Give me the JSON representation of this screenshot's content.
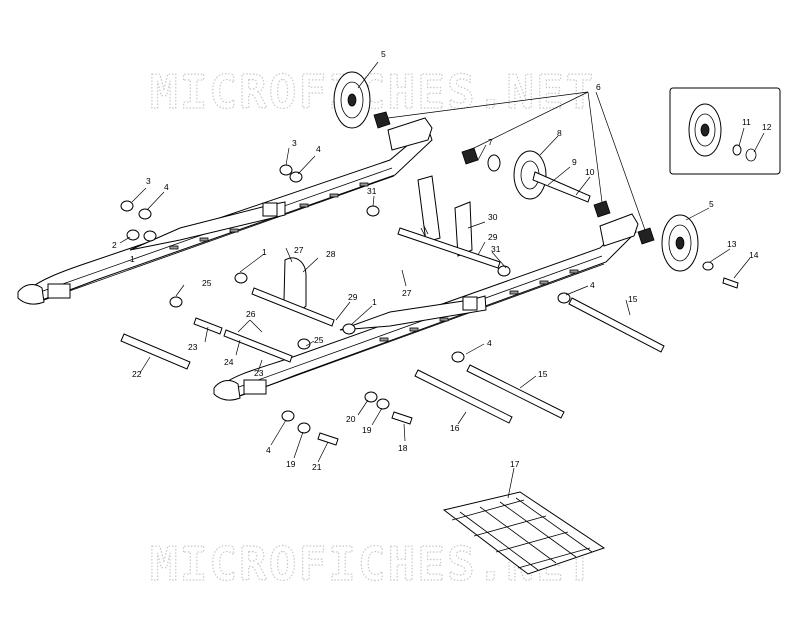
{
  "watermark": {
    "top": "MICROFICHES.NET",
    "bottom": "MICROFICHES.NET"
  },
  "callouts": {
    "c5a": "5",
    "c6": "6",
    "c3a": "3",
    "c4a": "4",
    "c3b": "3",
    "c4b": "4",
    "c7": "7",
    "c8": "8",
    "c9": "9",
    "c10": "10",
    "c11": "11",
    "c12": "12",
    "c2": "2",
    "c1a": "1",
    "c31a": "31",
    "c30": "30",
    "c29a": "29",
    "c31b": "31",
    "c5b": "5",
    "c13": "13",
    "c14": "14",
    "c27a": "27",
    "c28": "28",
    "c1b": "1",
    "c27b": "27",
    "c25a": "25",
    "c29b": "29",
    "c1c": "1",
    "c4c": "4",
    "c15a": "15",
    "c26": "26",
    "c23a": "23",
    "c24": "24",
    "c25b": "25",
    "c23b": "23",
    "c22": "22",
    "c4d": "4",
    "c15b": "15",
    "c20": "20",
    "c19a": "19",
    "c18": "18",
    "c16": "16",
    "c4e": "4",
    "c19b": "19",
    "c21": "21",
    "c17": "17"
  }
}
